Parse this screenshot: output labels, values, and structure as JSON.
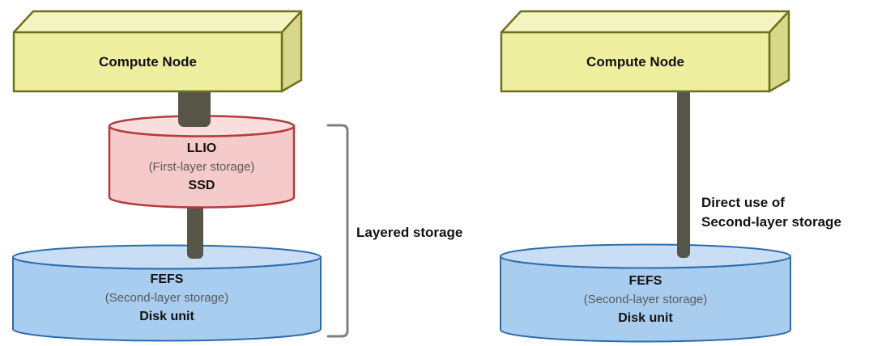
{
  "colors": {
    "compute_node_fill": "#efefa0",
    "compute_node_border": "#6f701d",
    "first_layer_fill": "#f5caca",
    "first_layer_border": "#b53b3b",
    "second_layer_fill": "#a9cdee",
    "second_layer_border": "#2b6cad",
    "connector": "#575548",
    "bracket": "#7f7f7f",
    "secondary_text": "#595959"
  },
  "left_diagram": {
    "compute_node_label": "Compute Node",
    "first_layer": {
      "name": "LLIO",
      "layer_label": "(First-layer storage)",
      "device": "SSD"
    },
    "second_layer": {
      "name": "FEFS",
      "layer_label": "(Second-layer storage)",
      "device": "Disk unit"
    },
    "bracket_label": "Layered storage"
  },
  "right_diagram": {
    "compute_node_label": "Compute Node",
    "second_layer": {
      "name": "FEFS",
      "layer_label": "(Second-layer storage)",
      "device": "Disk unit"
    },
    "connection_note": {
      "line1": "Direct use of",
      "line2": "Second-layer storage"
    }
  }
}
